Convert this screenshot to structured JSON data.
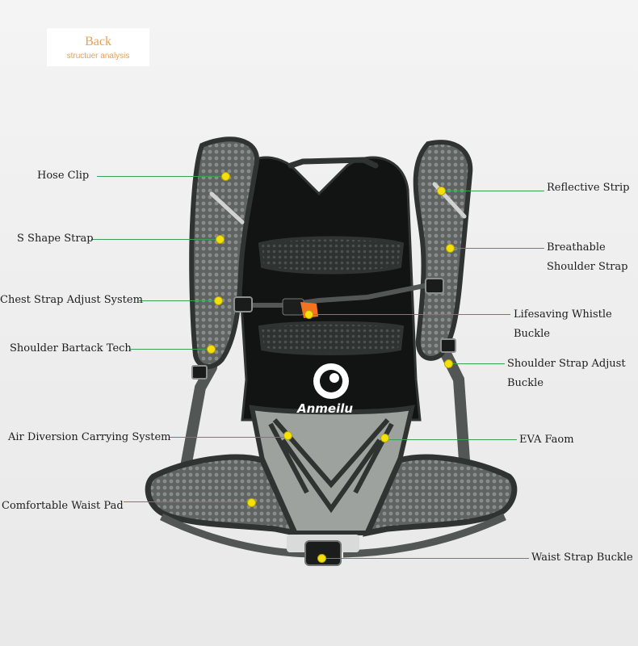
{
  "header": {
    "title": "Back",
    "subtitle": "structuer analysis"
  },
  "brand": {
    "logo_text": "Anmeilu"
  },
  "colors": {
    "accent": "#e8a052",
    "leader_line": "#3aa056",
    "marker": "#f4e10c",
    "frame": "#2f3432",
    "mesh": "#6b6e6c"
  },
  "callouts": [
    {
      "id": "hose-clip",
      "label": "Hose Clip",
      "side": "left"
    },
    {
      "id": "s-shape-strap",
      "label": "S Shape Strap",
      "side": "left"
    },
    {
      "id": "chest-strap-adjust-system",
      "label": "Chest Strap Adjust System",
      "side": "left"
    },
    {
      "id": "shoulder-bartack-tech",
      "label": "Shoulder Bartack Tech",
      "side": "left"
    },
    {
      "id": "air-diversion-carrying-system",
      "label": "Air Diversion Carrying System",
      "side": "left"
    },
    {
      "id": "comfortable-waist-pad",
      "label": "Comfortable Waist Pad",
      "side": "left"
    },
    {
      "id": "reflective-strip",
      "label": "Reflective Strip",
      "side": "right"
    },
    {
      "id": "breathable-shoulder-strap",
      "label": "Breathable Shoulder Strap",
      "side": "right"
    },
    {
      "id": "lifesaving-whistle-buckle",
      "label": "Lifesaving Whistle Buckle",
      "side": "right"
    },
    {
      "id": "shoulder-strap-adjust-buckle",
      "label": "Shoulder Strap Adjust Buckle",
      "side": "right"
    },
    {
      "id": "eva-faom",
      "label": "EVA Faom",
      "side": "right"
    },
    {
      "id": "waist-strap-buckle",
      "label": "Waist Strap Buckle",
      "side": "right"
    }
  ]
}
